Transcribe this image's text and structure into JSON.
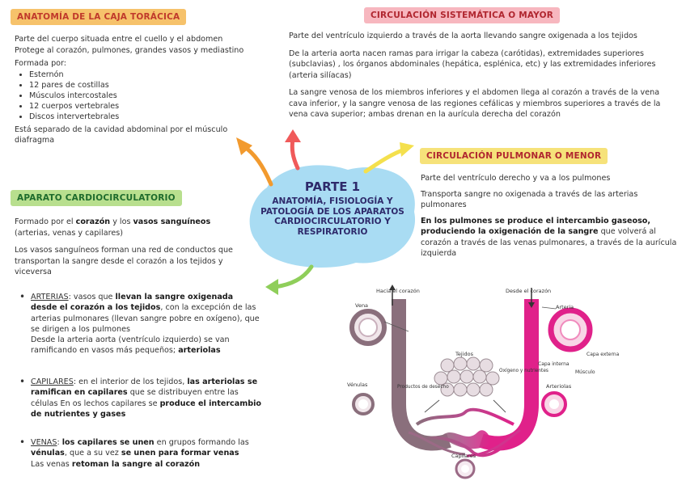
{
  "caja": {
    "tag": "ANATOMÍA DE LA CAJA TORÁCICA",
    "p1": "Parte del cuerpo situada entre el cuello y el abdomen",
    "p2": "Protege al corazón, pulmones, grandes vasos y mediastino",
    "formada": "Formada por:",
    "items": [
      "Esternón",
      "12 pares de costillas",
      "Músculos intercostales",
      "12 cuerpos vertebrales",
      "Discos intervertebrales"
    ],
    "p3": "Está separado de la cavidad abdominal por el músculo diafragma"
  },
  "aparato": {
    "tag": "APARATO CARDIOCIRCULATORIO",
    "p1_a": "Formado por el ",
    "p1_b": "corazón",
    "p1_c": " y los ",
    "p1_d": "vasos sanguíneos",
    "p1_e": " (arterias, venas y capilares)",
    "p2": "Los vasos sanguíneos forman una red de conductos que transportan la sangre desde el corazón a los tejidos y viceversa",
    "arterias": {
      "label": "ARTERIAS",
      "a": ": vasos que ",
      "b": "llevan la sangre oxigenada desde el corazón a los tejidos",
      "c": ", con la excepción de las arterias pulmonares (llevan sangre pobre en oxígeno), que se dirigen a los pulmones",
      "d": "Desde la arteria aorta (ventrículo izquierdo) se van ramificando en vasos más pequeños; ",
      "e": "arteriolas"
    },
    "capilares": {
      "label": "CAPILARES",
      "a": ": en el interior de los tejidos, ",
      "b": "las arteriolas se ramifican en capilares",
      "c": " que se distribuyen entre las células En os lechos capilares se ",
      "d": "produce el intercambio de nutrientes y gases"
    },
    "venas": {
      "label": "VENAS",
      "a": ": ",
      "b": "los capilares se unen",
      "c": " en grupos formando las ",
      "d": "vénulas",
      "e": ", que a su vez ",
      "f": "se unen para formar venas",
      "g": "Las venas ",
      "h": "retoman la sangre al corazón"
    }
  },
  "sistemica": {
    "tag": "CIRCULACIÓN SISTEMÁTICA O MAYOR",
    "p1": "Parte del ventrículo izquierdo a través de la aorta llevando sangre oxigenada a los tejidos",
    "p2": "De la arteria aorta nacen ramas para irrigar la cabeza (carótidas), extremidades superiores (subclavias) , los órganos abdominales (hepática, esplénica, etc) y las extremidades inferiores (arteria silíacas)",
    "p3": "La sangre venosa de los miembros inferiores y el abdomen llega al corazón a través de la vena cava inferior, y la sangre venosa de las regiones cefálicas y miembros superiores a través de la vena cava superior; ambas drenan en la aurícula derecha del corazón"
  },
  "pulmonar": {
    "tag": "CIRCULACIÓN PULMONAR O MENOR",
    "p1": "Parte del ventrículo derecho y va a los pulmones",
    "p2": "Transporta sangre no oxigenada a través de las arterias pulmonares",
    "p3_b": "En los pulmones se produce el intercambio gaseoso, produciendo la oxigenación de la sangre",
    "p3_c": " que volverá al corazón a través de las venas pulmonares, a través de la aurícula izquierda"
  },
  "centro": {
    "parte": "PARTE 1",
    "l1": "ANATOMÍA, FISIOLOGÍA Y",
    "l2": "PATOLOGÍA DE  LOS APARATOS",
    "l3": "CARDIOCIRCULATORIO Y",
    "l4": "RESPIRATORIO"
  },
  "diagrama": {
    "hacia": "Hacia el corazón",
    "desde": "Desde el corazón",
    "vena": "Vena",
    "arteria": "Arteria",
    "capa_externa": "Capa externa",
    "capa_interna": "Capa interna",
    "musculo": "Músculo",
    "tejidos": "Tejidos",
    "productos": "Productos de desecho",
    "oxigeno": "Oxígeno y nutrientes",
    "venulas": "Vénulas",
    "arteriolas": "Arteriolas",
    "capilares": "Capilares"
  },
  "colors": {
    "blob": "#a9dcf3",
    "arrow_orange": "#f29a2e",
    "arrow_red": "#f05a5a",
    "arrow_yellow": "#f4e04d",
    "arrow_green": "#8fce5a",
    "artery": "#e0218a",
    "vein": "#8a6f7c"
  }
}
